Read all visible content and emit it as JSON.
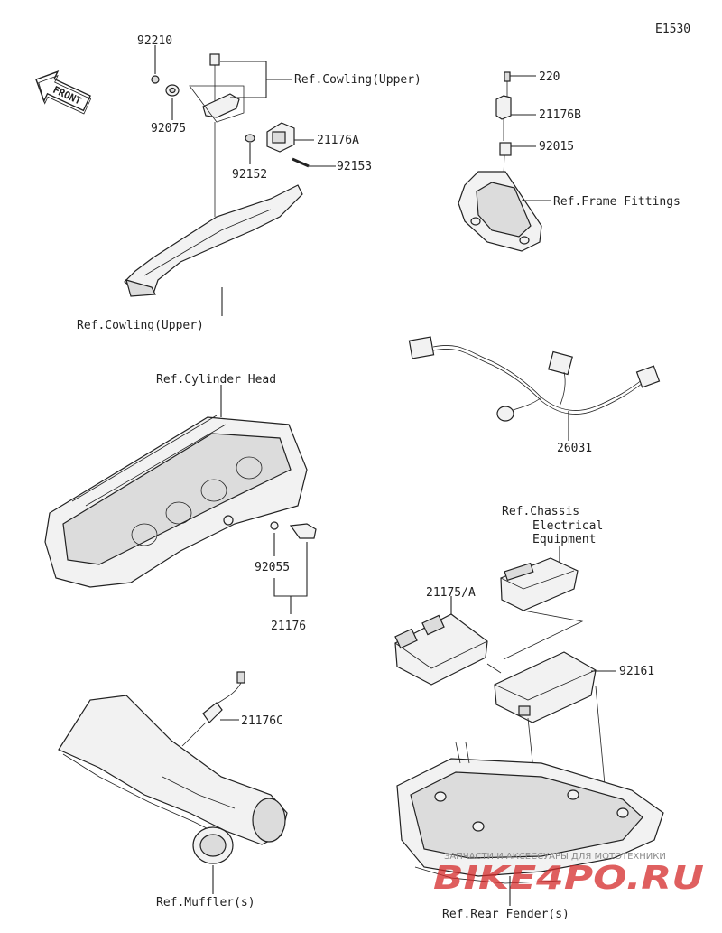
{
  "diagram_code": "E1530",
  "front_label": "FRONT",
  "labels": {
    "p92210": "92210",
    "p92075": "92075",
    "ref_cowling_upper_top": "Ref.Cowling(Upper)",
    "p21176A": "21176A",
    "p92152": "92152",
    "p92153": "92153",
    "ref_cowling_upper_bottom": "Ref.Cowling(Upper)",
    "p220": "220",
    "p21176B": "21176B",
    "p92015": "92015",
    "ref_frame_fittings": "Ref.Frame Fittings",
    "p26031": "26031",
    "ref_cylinder_head": "Ref.Cylinder Head",
    "p92055": "92055",
    "p21176": "21176",
    "ref_chassis_1": "Ref.Chassis",
    "ref_chassis_2": "Electrical",
    "ref_chassis_3": "Equipment",
    "p21175A": "21175/A",
    "p92161": "92161",
    "p21176C": "21176C",
    "ref_mufflers": "Ref.Muffler(s)",
    "ref_rear_fender": "Ref.Rear Fender(s)"
  },
  "watermark": {
    "tagline": "ЗАПЧАСТИ И АКСЕССУАРЫ ДЛЯ МОТОТЕХНИКИ",
    "brand": "BIKE4PO.RU"
  },
  "colors": {
    "line": "#222222",
    "watermark_red": "#d42a2a",
    "watermark_grey": "#8a8a8a"
  }
}
